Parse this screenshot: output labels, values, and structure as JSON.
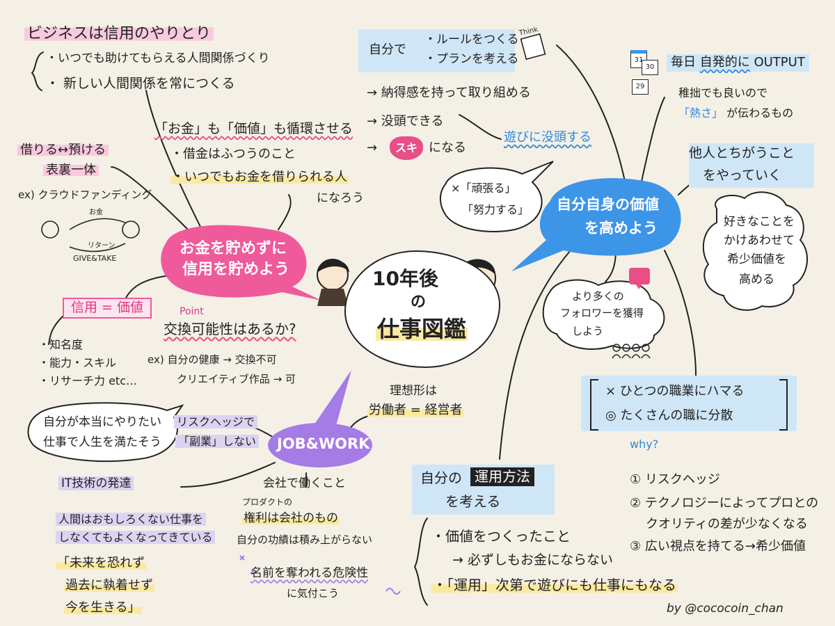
{
  "center": {
    "title_line1": "10年後",
    "title_line2": "の",
    "title_line3": "仕事図鑑"
  },
  "credit": "by @cococoin_chan",
  "money_branch": {
    "bubble_line1": "お金を貯めずに",
    "bubble_line2": "信用を貯めよう",
    "business_heading": "ビジネスは信用のやりとり",
    "business_item1": "・いつでも助けてもらえる人間関係づくり",
    "business_item2": "・ 新しい人間関係を常につくる",
    "cycle_heading": "「お金」も「価値」も循環させる",
    "cycle_item1": "・借金はふつうのこと",
    "cycle_item2": "・いつでもお金を借りられる人",
    "cycle_item2_cont": "になろう",
    "borrow_line1": "借りる↔預ける",
    "borrow_line2": "表裏一体",
    "crowdfunding": "ex) クラウドファンディング",
    "diagram_top": "お金",
    "diagram_bottom": "リターン",
    "diagram_caption": "GIVE&TAKE",
    "credit_value": "信用 = 価値",
    "credit_items": [
      "・知名度",
      "・能力・スキル",
      "・リサーチ力 etc…"
    ],
    "point_label": "Point",
    "exchange": "交換可能性はあるか?",
    "ex_line1": "ex) 自分の健康 → 交換不可",
    "ex_line2": "クリエイティブ作品 → 可"
  },
  "self_branch": {
    "self_label": "自分で",
    "self_item1": "・ルールをつくる",
    "self_item2": "・プランを考える",
    "think_label": "Think",
    "arrow1": "→ 納得感を持って取り組める",
    "arrow2": "→ 没頭できる",
    "arrow3_prefix": "→",
    "like_heart": "スキ",
    "arrow3_suffix": "になる",
    "play_text": "遊びに没頭する",
    "effort_line1": "×「頑張る」",
    "effort_line2": "「努力する」"
  },
  "value_branch": {
    "bubble_line1": "自分自身の価値",
    "bubble_line2": "を高めよう",
    "output_prefix": "毎日",
    "output_mid": "自発的に",
    "output_suffix": "OUTPUT",
    "calendar": [
      "31",
      "30",
      "29"
    ],
    "passion_line1": "稚拙でも良いので",
    "passion_line2_hl": "「熱さ」",
    "passion_line2_rest": "が伝わるもの",
    "different_line1": "他人とちがうこと",
    "different_line2": "をやっていく",
    "rare_line1": "好きなことを",
    "rare_line2": "かけあわせて",
    "rare_line3": "希少価値を",
    "rare_line4": "高める",
    "follower_line1": "より多くの",
    "follower_line2": "フォロワーを獲得",
    "follower_line3": "しよう",
    "job_line1": "× ひとつの職業にハマる",
    "job_line2": "◎ たくさんの職に分散",
    "why": "why?",
    "reasons": [
      "① リスクヘッジ",
      "② テクノロジーによってプロとの",
      "クオリティの差が少なくなる",
      "③ 広い視点を持てる→希少価値"
    ]
  },
  "operate_branch": {
    "heading_prefix": "自分の",
    "heading_box": "運用方法",
    "heading_line2": "を考える",
    "item1": "・価値をつくったこと",
    "item1_sub": "→ 必ずしもお金にならない",
    "item2": "・「運用」次第で遊びにも仕事にもなる"
  },
  "work_branch": {
    "bubble": "JOB&WORK",
    "ideal_line1": "理想形は",
    "ideal_line2": "労働者 = 経営者",
    "satisfy_line1": "自分が本当にやりたい",
    "satisfy_line2": "仕事で人生を満たそう",
    "risk_line1": "リスクヘッジで",
    "risk_line2": "「副業」しない",
    "it_heading": "IT技術の発達",
    "it_line1": "人間はおもしろくない仕事を",
    "it_line2": "しなくてもよくなってきている",
    "future_line1": "「未来を恐れず",
    "future_line2": "過去に執着せず",
    "future_line3": "今を生きる」",
    "company_heading": "会社で働くこと",
    "company_line1": "プロダクトの",
    "company_line2": "権利は会社のもの",
    "company_line3": "自分の功績は積み上がらない",
    "danger_line1": "名前を奪われる危険性",
    "danger_line2": "に気付こう"
  },
  "colors": {
    "background": "#f5f0e6",
    "pink": "#ef5a9a",
    "blue": "#3d95e8",
    "purple": "#a57be6",
    "yellow": "#fbe9a0",
    "lavender": "#dcd2f2"
  }
}
